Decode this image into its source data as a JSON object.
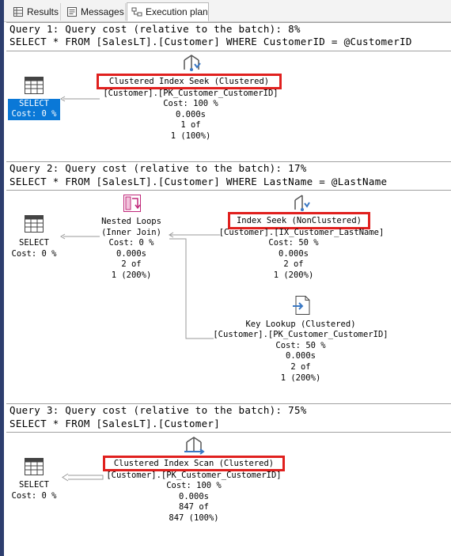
{
  "tabs": {
    "results": "Results",
    "messages": "Messages",
    "execution_plan": "Execution plan"
  },
  "queries": [
    {
      "header": "Query 1: Query cost (relative to the batch): 8%",
      "sql": "SELECT * FROM [SalesLT].[Customer] WHERE CustomerID = @CustomerID",
      "select": {
        "label": "SELECT",
        "cost": "Cost: 0 %"
      },
      "op1": {
        "name": "Clustered Index Seek (Clustered)",
        "object": "[Customer].[PK_Customer_CustomerID]",
        "cost": "Cost: 100 %",
        "time": "0.000s",
        "rows": "1 of",
        "est": "1 (100%)"
      }
    },
    {
      "header": "Query 2: Query cost (relative to the batch): 17%",
      "sql": "SELECT * FROM [SalesLT].[Customer] WHERE LastName = @LastName",
      "select": {
        "label": "SELECT",
        "cost": "Cost: 0 %"
      },
      "join": {
        "name": "Nested Loops",
        "type": "(Inner Join)",
        "cost": "Cost: 0 %",
        "time": "0.000s",
        "rows": "2 of",
        "est": "1 (200%)"
      },
      "seek": {
        "name": "Index Seek (NonClustered)",
        "object": "[Customer].[IX_Customer_LastName]",
        "cost": "Cost: 50 %",
        "time": "0.000s",
        "rows": "2 of",
        "est": "1 (200%)"
      },
      "lookup": {
        "name": "Key Lookup (Clustered)",
        "object": "[Customer].[PK_Customer_CustomerID]",
        "cost": "Cost: 50 %",
        "time": "0.000s",
        "rows": "2 of",
        "est": "1 (200%)"
      }
    },
    {
      "header": "Query 3: Query cost (relative to the batch): 75%",
      "sql": "SELECT * FROM [SalesLT].[Customer]",
      "select": {
        "label": "SELECT",
        "cost": "Cost: 0 %"
      },
      "op1": {
        "name": "Clustered Index Scan (Clustered)",
        "object": "[Customer].[PK_Customer_CustomerID]",
        "cost": "Cost: 100 %",
        "time": "0.000s",
        "rows": "847 of",
        "est": "847 (100%)"
      }
    }
  ],
  "colors": {
    "highlight": "#e0201e",
    "selected": "#0a78d7",
    "icon": "#3a78c4",
    "join_icon": "#c0287a"
  }
}
